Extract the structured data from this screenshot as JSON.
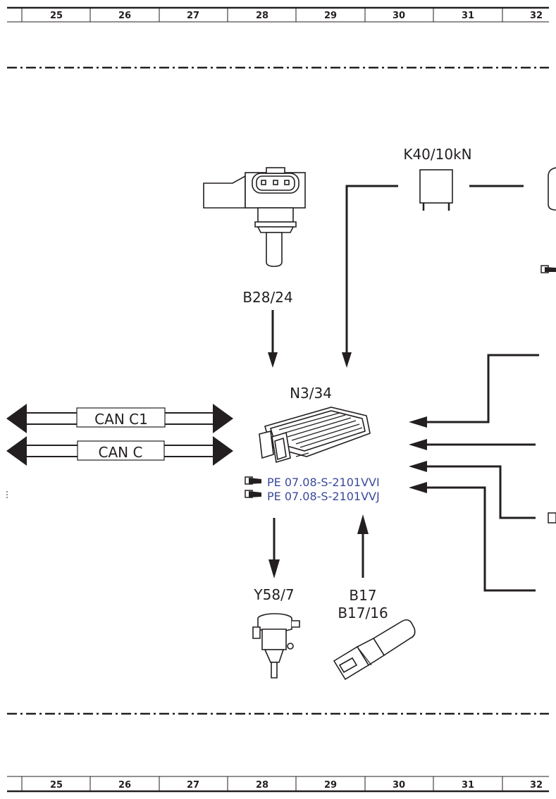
{
  "grid_columns": [
    "25",
    "26",
    "27",
    "28",
    "29",
    "30",
    "31",
    "32"
  ],
  "components": {
    "relay": "K40/10kN",
    "pressure_sensor": "B28/24",
    "control_unit": "N3/34",
    "valve": "Y58/7",
    "sensor_b17": "B17",
    "sensor_b17_16": "B17/16"
  },
  "bus": {
    "can_c1": "CAN C1",
    "can_c": "CAN C"
  },
  "references": {
    "ref1": "PE 07.08-S-2101VVI",
    "ref2": "PE 07.08-S-2101VVJ"
  },
  "colors": {
    "line": "#231f20",
    "reference_link": "#3b4a9a"
  }
}
